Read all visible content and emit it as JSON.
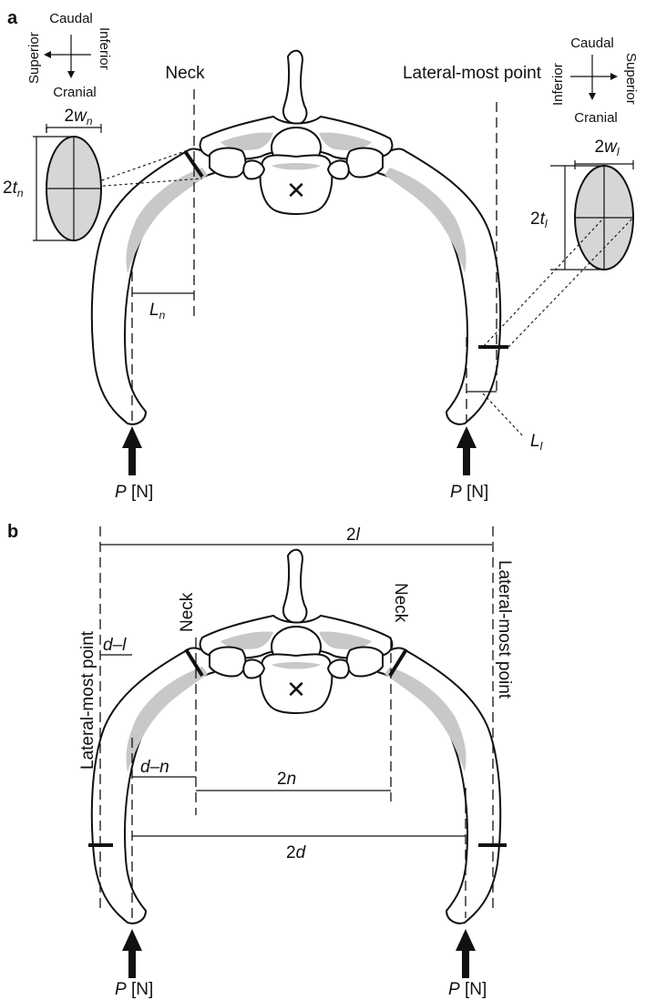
{
  "panel_a": {
    "letter": "a",
    "compass_left": {
      "top": "Caudal",
      "bottom": "Cranial",
      "left": "Superior",
      "right": "Inferior"
    },
    "compass_right": {
      "top": "Caudal",
      "bottom": "Cranial",
      "left": "Inferior",
      "right": "Superior"
    },
    "neck_label": "Neck",
    "lateral_label": "Lateral-most point",
    "neck_section": {
      "width_label_num": "2",
      "width_label_var": "w",
      "width_label_sub": "n",
      "thick_label_num": "2",
      "thick_label_var": "t",
      "thick_label_sub": "n"
    },
    "lateral_section": {
      "width_label_num": "2",
      "width_label_var": "w",
      "width_label_sub": "l",
      "thick_label_num": "2",
      "thick_label_var": "t",
      "thick_label_sub": "l"
    },
    "Ln_var": "L",
    "Ln_sub": "n",
    "Ll_var": "L",
    "Ll_sub": "l",
    "load_var": "P",
    "load_unit": "[N]"
  },
  "panel_b": {
    "letter": "b",
    "span_2l": {
      "num": "2",
      "var": "l"
    },
    "lateral_label": "Lateral-most point",
    "neck_label": "Neck",
    "d_minus_l": "d–l",
    "d_minus_n": "d–n",
    "span_2n": {
      "num": "2",
      "var": "n"
    },
    "span_2d": {
      "num": "2",
      "var": "d"
    },
    "load_var": "P",
    "load_unit": "[N]"
  }
}
